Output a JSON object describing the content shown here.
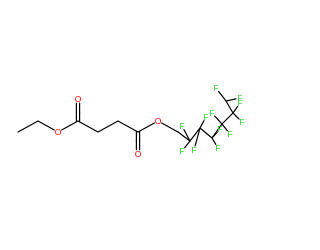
{
  "colors": {
    "bond": "#000000",
    "oxygen": "#ff0000",
    "fluorine": "#33cc33",
    "background": "#ffffff"
  },
  "atoms": [
    {
      "id": "C_me",
      "element": "C"
    },
    {
      "id": "C_et",
      "element": "C"
    },
    {
      "id": "O_e1",
      "element": "O",
      "label": "O"
    },
    {
      "id": "C_c1",
      "element": "C"
    },
    {
      "id": "O_d1",
      "element": "O",
      "label": "O"
    },
    {
      "id": "C_a",
      "element": "C"
    },
    {
      "id": "C_b",
      "element": "C"
    },
    {
      "id": "C_c2",
      "element": "C"
    },
    {
      "id": "O_d2",
      "element": "O",
      "label": "O"
    },
    {
      "id": "O_e2",
      "element": "O",
      "label": "O"
    },
    {
      "id": "C_ch2",
      "element": "C"
    },
    {
      "id": "C_f1",
      "element": "C"
    },
    {
      "id": "C_f2",
      "element": "C"
    },
    {
      "id": "C_f3",
      "element": "C"
    },
    {
      "id": "C_f4",
      "element": "C"
    },
    {
      "id": "C_f5",
      "element": "C"
    },
    {
      "id": "C_f6",
      "element": "C"
    },
    {
      "id": "F1",
      "element": "F",
      "label": "F"
    },
    {
      "id": "F2",
      "element": "F",
      "label": "F"
    },
    {
      "id": "F3",
      "element": "F",
      "label": "F"
    },
    {
      "id": "F4",
      "element": "F",
      "label": "F"
    },
    {
      "id": "F5",
      "element": "F",
      "label": "F"
    },
    {
      "id": "F6",
      "element": "F",
      "label": "F"
    },
    {
      "id": "F7",
      "element": "F",
      "label": "F"
    },
    {
      "id": "F8",
      "element": "F",
      "label": "F"
    },
    {
      "id": "F9",
      "element": "F",
      "label": "F"
    },
    {
      "id": "F10",
      "element": "F",
      "label": "F"
    },
    {
      "id": "F11",
      "element": "F",
      "label": "F"
    },
    {
      "id": "F12",
      "element": "F",
      "label": "F"
    }
  ],
  "bonds": [
    {
      "a": "C_me",
      "b": "C_et",
      "order": 1
    },
    {
      "a": "C_et",
      "b": "O_e1",
      "order": 1
    },
    {
      "a": "O_e1",
      "b": "C_c1",
      "order": 1
    },
    {
      "a": "C_c1",
      "b": "O_d1",
      "order": 2
    },
    {
      "a": "C_c1",
      "b": "C_a",
      "order": 1
    },
    {
      "a": "C_a",
      "b": "C_b",
      "order": 1
    },
    {
      "a": "C_b",
      "b": "C_c2",
      "order": 1
    },
    {
      "a": "C_c2",
      "b": "O_d2",
      "order": 2
    },
    {
      "a": "C_c2",
      "b": "O_e2",
      "order": 1
    },
    {
      "a": "O_e2",
      "b": "C_ch2",
      "order": 1
    },
    {
      "a": "C_ch2",
      "b": "C_f1",
      "order": 1
    },
    {
      "a": "C_f1",
      "b": "C_f2",
      "order": 1
    },
    {
      "a": "C_f2",
      "b": "C_f3",
      "order": 1
    },
    {
      "a": "C_f3",
      "b": "C_f4",
      "order": 1
    },
    {
      "a": "C_f4",
      "b": "C_f5",
      "order": 1
    },
    {
      "a": "C_f5",
      "b": "C_f6",
      "order": 1
    },
    {
      "a": "C_f1",
      "b": "F1",
      "order": 1
    },
    {
      "a": "C_f1",
      "b": "F2",
      "order": 1
    },
    {
      "a": "C_f2",
      "b": "F3",
      "order": 1
    },
    {
      "a": "C_f2",
      "b": "F4",
      "order": 1
    },
    {
      "a": "C_f3",
      "b": "F5",
      "order": 1
    },
    {
      "a": "C_f3",
      "b": "F6",
      "order": 1
    },
    {
      "a": "C_f4",
      "b": "F7",
      "order": 1
    },
    {
      "a": "C_f4",
      "b": "F8",
      "order": 1
    },
    {
      "a": "C_f5",
      "b": "F9",
      "order": 1
    },
    {
      "a": "C_f5",
      "b": "F10",
      "order": 1
    },
    {
      "a": "C_f6",
      "b": "F11",
      "order": 1
    },
    {
      "a": "C_f6",
      "b": "F12",
      "order": 1
    }
  ]
}
